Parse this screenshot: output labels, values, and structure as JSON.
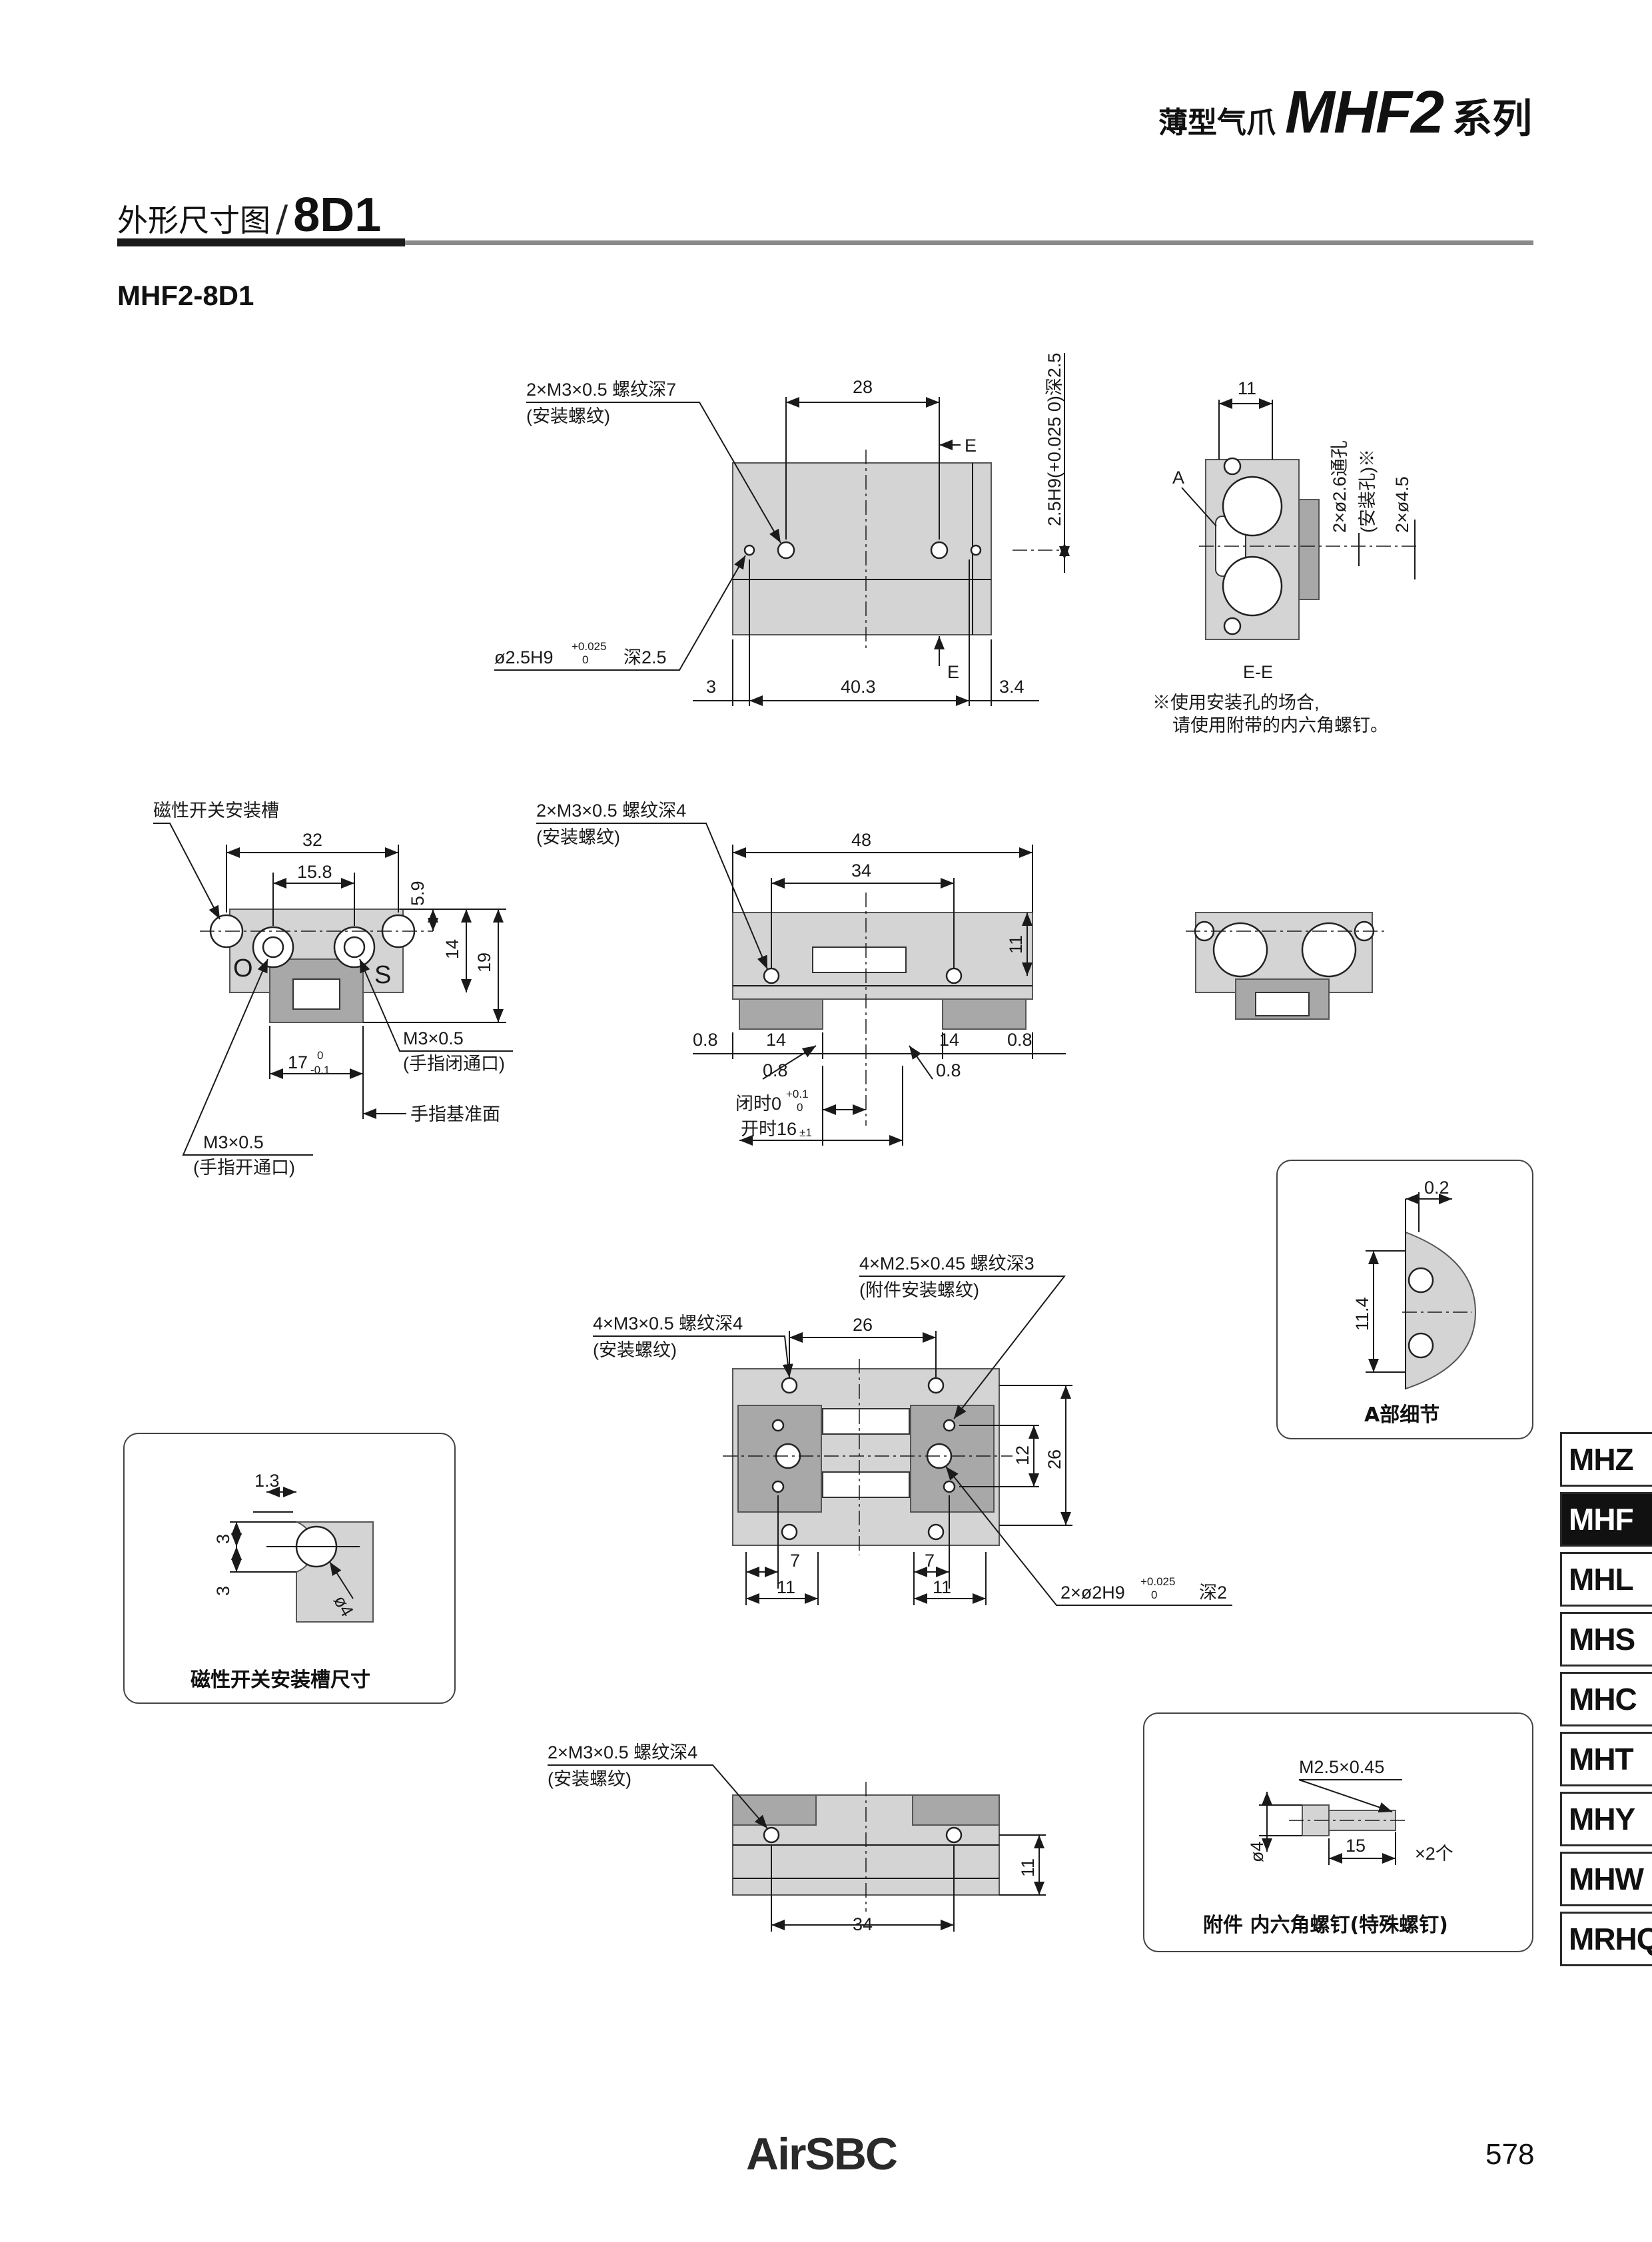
{
  "header": {
    "pre": "薄型气爪",
    "model": "MHF2",
    "suffix": "系列"
  },
  "section": {
    "title_cn": "外形尺寸图",
    "slash": "/",
    "code": "8D1"
  },
  "model_name": "MHF2-8D1",
  "top_view": {
    "note_thread": "2×M3×0.5 螺纹深7",
    "note_thread_sub": "(安装螺纹)",
    "dim_28": "28",
    "label_e": "E",
    "pin_hole": "ø2.5H9",
    "pin_tol_up": "+0.025",
    "pin_tol_low": "0",
    "pin_depth": "深2.5",
    "depth_vertical": "2.5H9(+0.025 0)深2.5",
    "dim_3": "3",
    "dim_403": "40.3",
    "dim_34": "3.4"
  },
  "section_ee": {
    "dim_11": "11",
    "label_a": "A",
    "title": "E-E",
    "v1": "2×ø2.6通孔",
    "v1b": "(安装孔)※",
    "v2": "2×ø4.5",
    "note1": "※使用安装孔的场合,",
    "note2": "请使用附带的内六角螺钉。"
  },
  "side_view": {
    "slot_label": "磁性开关安装槽",
    "dim_32": "32",
    "dim_158": "15.8",
    "dim_59": "5.9",
    "dim_14": "14",
    "dim_19": "19",
    "label_o": "O",
    "label_s": "S",
    "m3_close": "M3×0.5",
    "m3_close_sub": "(手指闭通口)",
    "dim_17": "17",
    "tol_17_up": "0",
    "tol_17_low": "-0.1",
    "ref_plane": "手指基准面",
    "m3_open": "M3×0.5",
    "m3_open_sub": "(手指开通口)"
  },
  "front_view": {
    "note_thread": "2×M3×0.5 螺纹深4",
    "note_thread_sub": "(安装螺纹)",
    "dim_48": "48",
    "dim_34": "34",
    "dim_11": "11",
    "dim_08": "0.8",
    "dim_14": "14",
    "closed": "闭时0",
    "closed_up": "+0.1",
    "closed_low": "0",
    "open": "开时16",
    "open_tol": "±1"
  },
  "bottom_view": {
    "note_a": "4×M2.5×0.45 螺纹深3",
    "note_a_sub": "(附件安装螺纹)",
    "note_b": "4×M3×0.5 螺纹深4",
    "note_b_sub": "(安装螺纹)",
    "dim_26": "26",
    "dim_12": "12",
    "dim_7": "7",
    "dim_11": "11",
    "pin": "2×ø2H9",
    "pin_up": "+0.025",
    "pin_low": "0",
    "pin_depth": "深2"
  },
  "detail_a": {
    "dim_02": "0.2",
    "dim_114": "11.4",
    "title": "A部细节"
  },
  "slot_detail": {
    "dim_13": "1.3",
    "dim_3": "3",
    "dim_d4": "ø4",
    "title": "磁性开关安装槽尺寸"
  },
  "open_view": {
    "note_thread": "2×M3×0.5 螺纹深4",
    "note_thread_sub": "(安装螺纹)",
    "dim_11": "11",
    "dim_34": "34"
  },
  "accessory": {
    "thread": "M2.5×0.45",
    "dim_d4": "ø4",
    "dim_15": "15",
    "qty": "×2个",
    "title": "附件 内六角螺钉(特殊螺钉)"
  },
  "tabs": [
    "MHZ",
    "MHF",
    "MHL",
    "MHS",
    "MHC",
    "MHT",
    "MHY",
    "MHW",
    "MRHQ"
  ],
  "active_tab": "MHF",
  "footer": {
    "logo": "AirSBC",
    "page": "578"
  },
  "colors": {
    "part_fill": "#d4d4d4",
    "part_dark": "#a8a8a8",
    "line": "#1a1a1a",
    "tab_active": "#111111"
  }
}
